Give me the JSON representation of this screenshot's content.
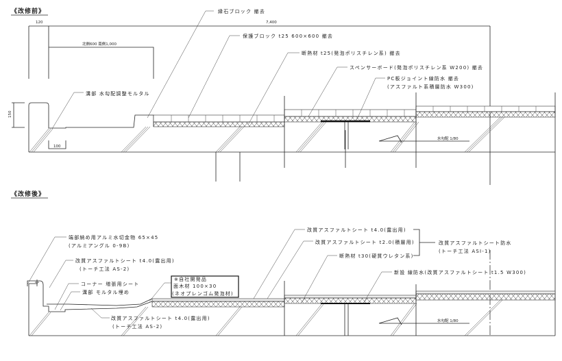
{
  "before": {
    "title": "《改修前》",
    "dims": {
      "d120": "120",
      "d7400": "7,400",
      "d_edge": "北側600  南側1,000",
      "d150": "150",
      "d100": "100"
    },
    "slope": "水勾配 1/80",
    "labels": {
      "curb": "縁石ブロック 撤去",
      "protect": "保護ブロック t25 600×600 撤去",
      "insul": "断熱材 t25(発泡ポリスチレン系) 撤去",
      "spacer": "スペンサーボード(発泡ポリスチレン系 W200) 撤去",
      "pc1": "PC板ジョイント線防水 撤去",
      "pc2": "(アスファルト系積層防水 W300)",
      "gutter": "溝部 水勾配調整モルタル"
    }
  },
  "after": {
    "title": "《改修後》",
    "slope": "水勾配 1/80",
    "labels": {
      "alu1": "端部納め用アルミ水切金物 65×45",
      "alu2": "(アルミアングル 0-9B)",
      "sheetA1": "改質アスファルトシート t4.0(露出用)",
      "sheetA2": "(トーチ工法 AS-2)",
      "corner": "コーナー 増張用シート",
      "mortar": "溝部 モルタル埋め",
      "box1": "※自社開発品",
      "box2": "面木材 100×30",
      "box3": "(ネオプレンゴム発泡材)",
      "sheetB1": "改質アスファルトシート t4.0(露出用)",
      "sheetB2": "(トーチ工法 AS-2)",
      "top1": "改質アスファルトシート t4.0(露出用)",
      "top2": "改質アスファルトシート t2.0(積層用)",
      "top3": "断熱材 t30(硬質ウレタン系)",
      "sys1": "改質アスファルトシート防水",
      "sys2": "(トーチ工法 ASI-1)",
      "joint": "新設 線防水(改質アスファルトシート t1.5 W300)"
    }
  }
}
